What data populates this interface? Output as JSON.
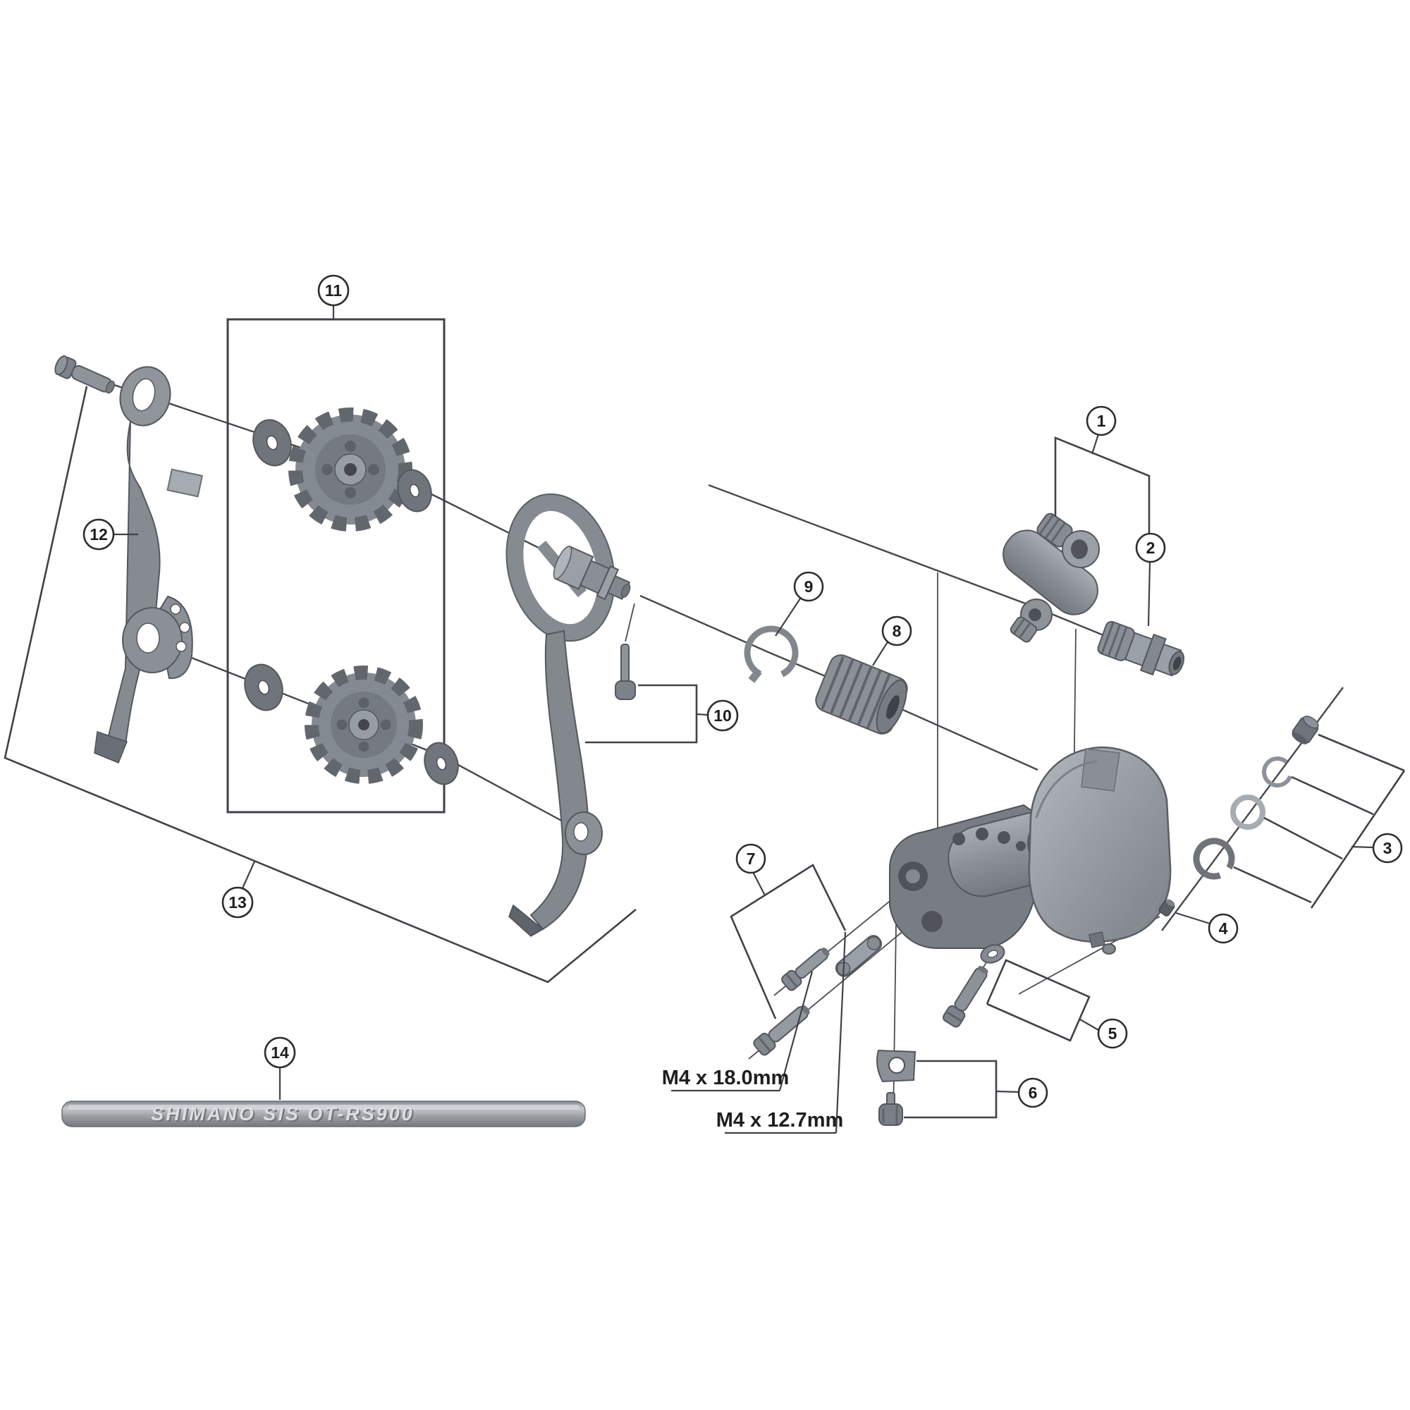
{
  "figure": {
    "background": "#ffffff",
    "line_color": "#3f4247",
    "part_gray": "#8b9097",
    "dark_gray": "#6a6f75"
  },
  "callouts": [
    {
      "label": "1"
    },
    {
      "label": "2"
    },
    {
      "label": "3"
    },
    {
      "label": "4"
    },
    {
      "label": "5"
    },
    {
      "label": "6"
    },
    {
      "label": "7"
    },
    {
      "label": "8"
    },
    {
      "label": "9"
    },
    {
      "label": "10"
    },
    {
      "label": "11"
    },
    {
      "label": "12"
    },
    {
      "label": "13"
    },
    {
      "label": "14"
    }
  ],
  "dimension_labels": [
    {
      "text": "M4 x 18.0mm"
    },
    {
      "text": "M4 x 12.7mm"
    }
  ],
  "cable_marking": {
    "text": "SHIMANO SIS OT-RS900"
  }
}
